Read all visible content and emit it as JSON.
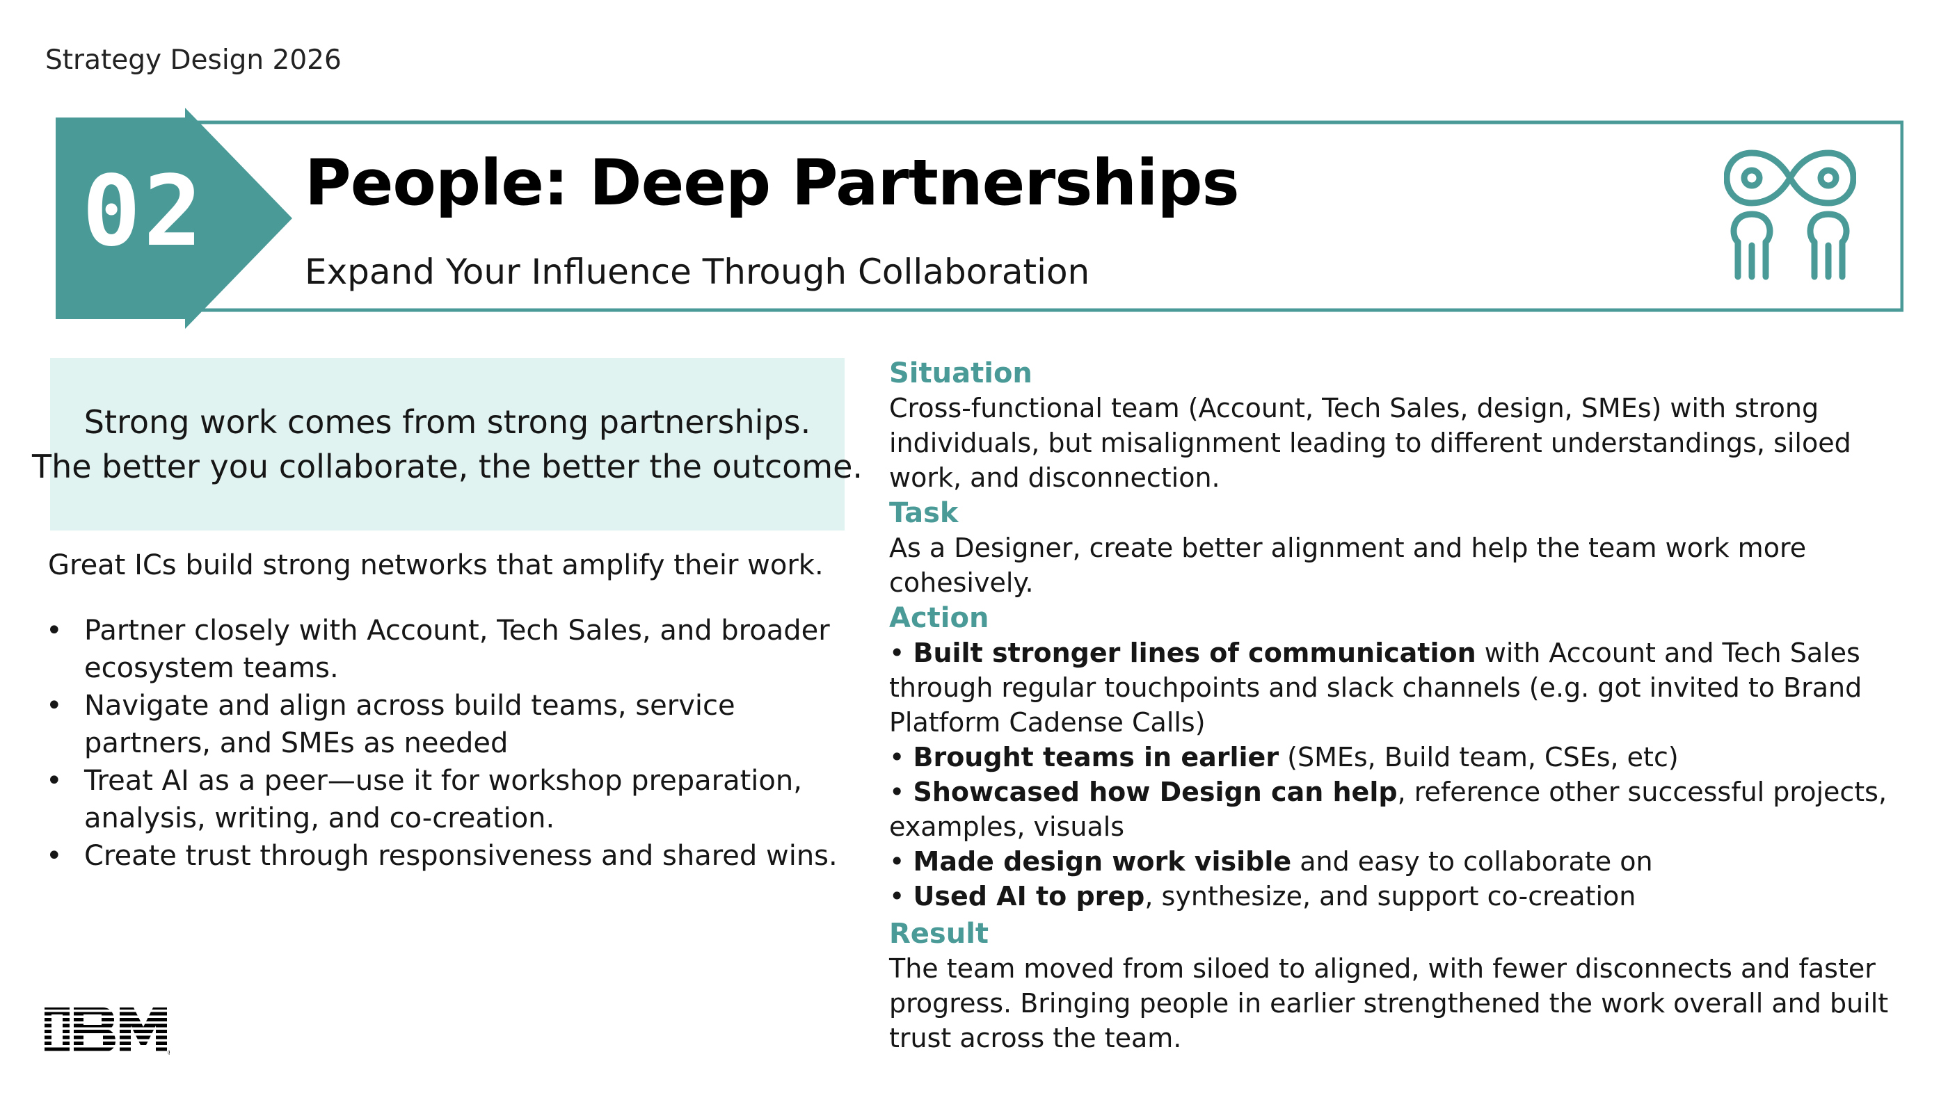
{
  "header": {
    "doc_label": "Strategy Design 2026"
  },
  "banner": {
    "number": "02",
    "title": "People: Deep Partnerships",
    "subtitle": "Expand Your Influence Through Collaboration",
    "accent_color": "#4a9a98",
    "icon": "partnership-figures-icon"
  },
  "quote": {
    "line1": "Strong work comes from strong partnerships.",
    "line2": "The better you collaborate, the better the outcome.",
    "bg_color": "#e1f3f1"
  },
  "left": {
    "lead": "Great ICs build strong networks that amplify their work.",
    "bullets": [
      "Partner closely with Account, Tech Sales, and broader ecosystem teams.",
      "Navigate and align across build teams, service partners, and SMEs as needed",
      "Treat AI as a peer—use it for workshop preparation, analysis, writing, and co-creation.",
      "Create trust through responsiveness and shared wins."
    ]
  },
  "situation": {
    "heading": "Situation",
    "body": "Cross-functional team (Account, Tech Sales, design, SMEs) with strong individuals, but misalignment leading to different understandings, siloed work, and disconnection."
  },
  "task": {
    "heading": "Task",
    "body": "As a Designer, create better alignment and help the team work more cohesively."
  },
  "action": {
    "heading": "Action",
    "items": [
      {
        "prefix": "• ",
        "bold": "Built stronger lines of communication",
        "rest": " with Account and Tech Sales through regular touchpoints and slack channels (e.g. got invited to Brand Platform Cadense Calls)"
      },
      {
        "prefix": "• ",
        "bold": "Brought teams in earlier",
        "rest": " (SMEs, Build team, CSEs, etc)"
      },
      {
        "prefix": "• ",
        "bold": "Showcased how Design can help",
        "rest": ", reference other successful projects, examples, visuals"
      },
      {
        "prefix": "• ",
        "bold": "Made design work visible",
        "rest": " and easy to collaborate on"
      },
      {
        "prefix": "• ",
        "bold": "Used AI to prep",
        "rest": ", synthesize, and support co-creation"
      }
    ]
  },
  "result": {
    "heading": "Result",
    "body": "The team moved from siloed to aligned, with fewer disconnects and faster progress. Bringing people in earlier strengthened the work overall and built trust across the team."
  },
  "footer": {
    "logo_text": "IBM"
  }
}
